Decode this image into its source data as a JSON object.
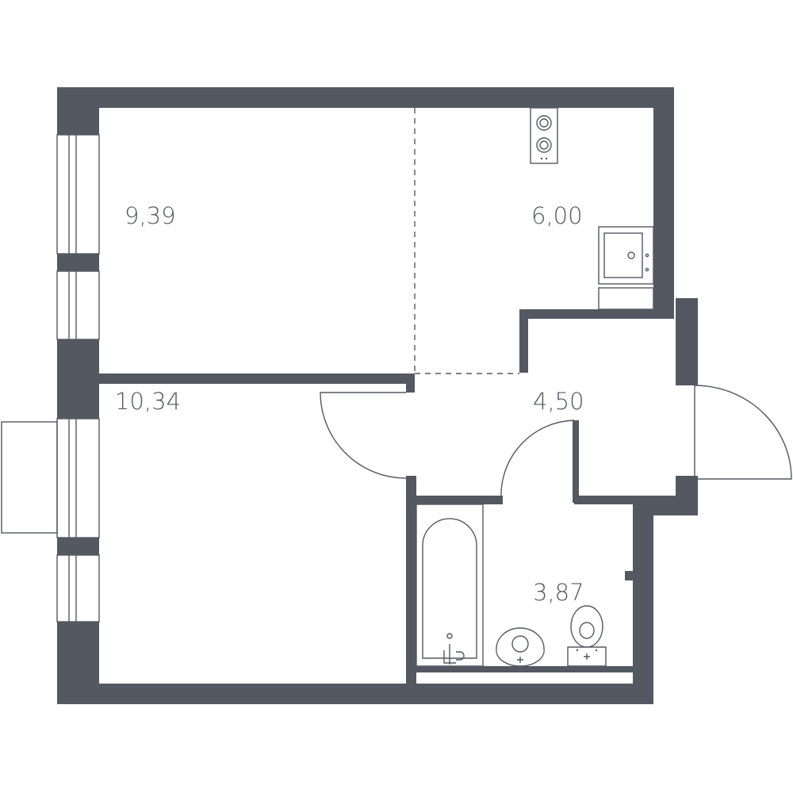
{
  "colors": {
    "wall": "#545861",
    "background": "#ffffff"
  },
  "rooms": {
    "room_top_left": {
      "area": "9,39"
    },
    "kitchen": {
      "area": "6,00"
    },
    "room_bottom_left": {
      "area": "10,34"
    },
    "hallway": {
      "area": "4,50"
    },
    "bathroom": {
      "area": "3,87"
    }
  },
  "fixtures": [
    "cooktop-icon",
    "kitchen-sink-icon",
    "bathtub-icon",
    "washbasin-icon",
    "toilet-icon"
  ]
}
